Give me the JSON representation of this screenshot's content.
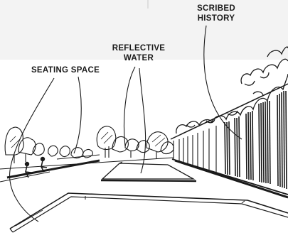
{
  "annotations": {
    "seating_space": "SEATING SPACE",
    "reflective_water": {
      "line1": "REFLECTIVE",
      "line2": "WATER"
    },
    "scribed_history": {
      "line1": "SCRIBED",
      "line2": "HISTORY"
    }
  },
  "colors": {
    "ink": "#1a1a1a",
    "paper": "#ffffff",
    "top_band": "#f3f3f3"
  }
}
